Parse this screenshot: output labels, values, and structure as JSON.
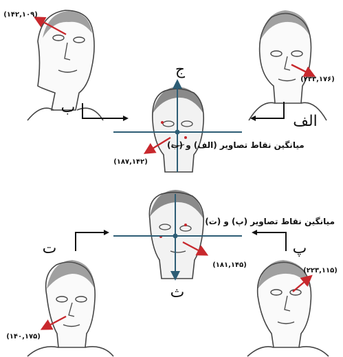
{
  "labels": {
    "alef": "الف",
    "be": "ب",
    "pe": "پ",
    "te": "ت",
    "jim": "ج",
    "se": "ث"
  },
  "captions": {
    "avg_ab": "میانگین نقاط تصاویر (الف) و (ب)",
    "avg_pt": "میانگین نقاط تصاویر (پ) و (ت)"
  },
  "coords": {
    "b": "(۱۴۲,۱۰۹)",
    "alef": "(۲۳۳,۱۷۶)",
    "j": "(۱۸۷,۱۴۲)",
    "th": "(۱۸۱,۱۴۵)",
    "pe": "(۲۲۳,۱۱۵)",
    "te": "(۱۴۰,۱۷۵)"
  },
  "colors": {
    "axis": "#2d5d75",
    "pointer": "#c8282d",
    "ink": "#111111",
    "sketch": "#444444",
    "hair": "#3a3a3a"
  }
}
